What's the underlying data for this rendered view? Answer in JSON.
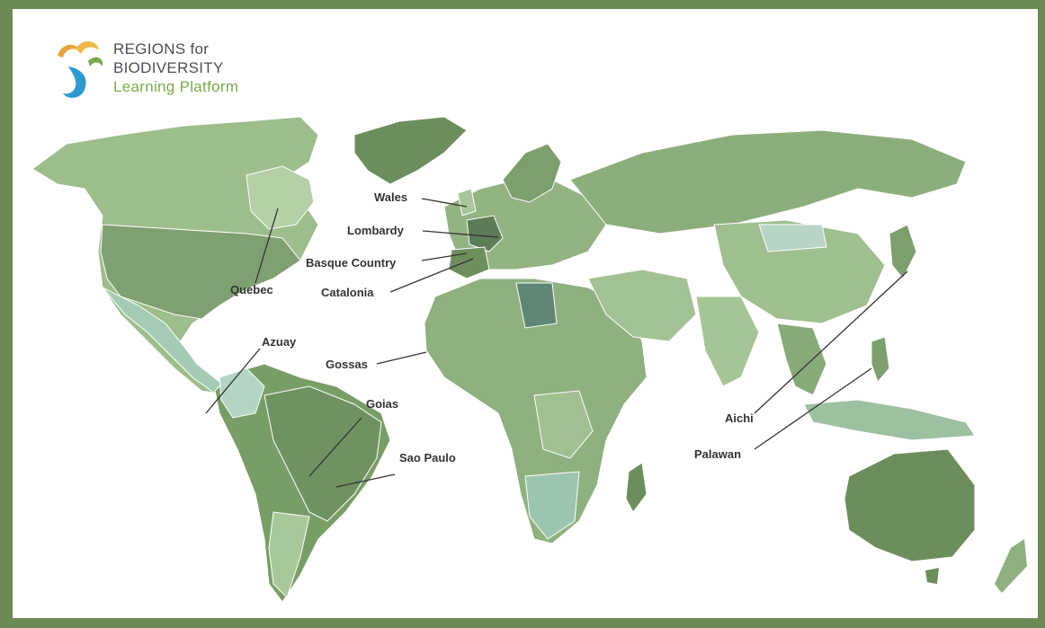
{
  "logo": {
    "line1": "REGIONS for",
    "line2": "BIODIVERSITY",
    "line3": "Learning Platform",
    "icon": "regions-for-biodiversity-logo-icon"
  },
  "colors": {
    "frame": "#6b8a55",
    "land_light": "#a8c79a",
    "land_mid": "#8fb07f",
    "land_dark": "#6f8f5e",
    "highlight_region": "#4e6e4a",
    "leader_line": "#333333"
  },
  "regions": [
    {
      "id": "wales",
      "label": "Wales"
    },
    {
      "id": "lombardy",
      "label": "Lombardy"
    },
    {
      "id": "basque-country",
      "label": "Basque Country"
    },
    {
      "id": "catalonia",
      "label": "Catalonia"
    },
    {
      "id": "quebec",
      "label": "Quebec"
    },
    {
      "id": "azuay",
      "label": "Azuay"
    },
    {
      "id": "gossas",
      "label": "Gossas"
    },
    {
      "id": "goias",
      "label": "Goias"
    },
    {
      "id": "sao-paulo",
      "label": "Sao Paulo"
    },
    {
      "id": "aichi",
      "label": "Aichi"
    },
    {
      "id": "palawan",
      "label": "Palawan"
    }
  ]
}
